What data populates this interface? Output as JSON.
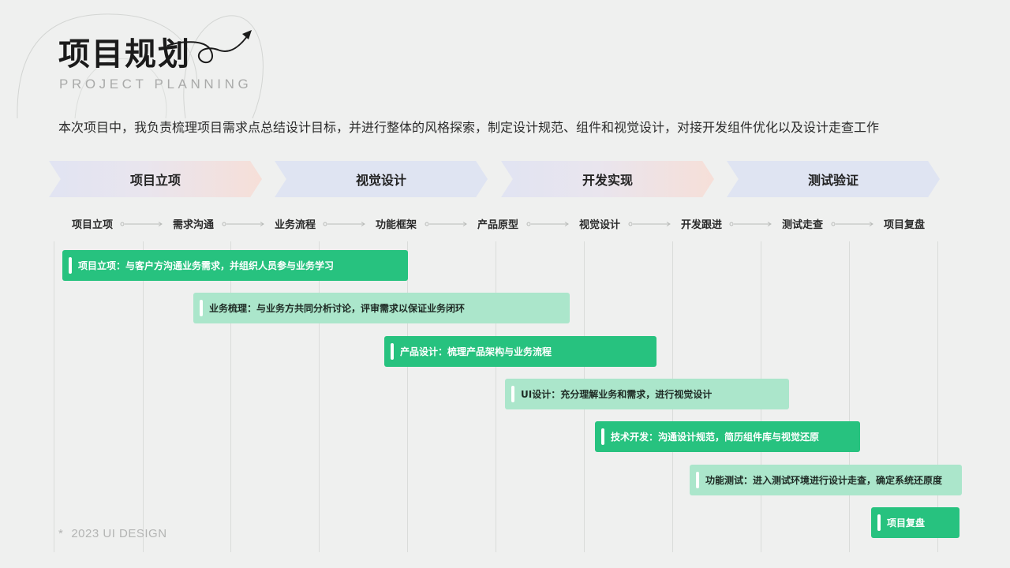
{
  "header": {
    "title": "项目规划",
    "subtitle": "PROJECT PLANNING",
    "description": "本次项目中，我负责梳理项目需求点总结设计目标，并进行整体的风格探索，制定设计规范、组件和视觉设计，对接开发组件优化以及设计走查工作"
  },
  "phases": [
    {
      "label": "项目立项"
    },
    {
      "label": "视觉设计"
    },
    {
      "label": "开发实现"
    },
    {
      "label": "测试验证"
    }
  ],
  "steps": [
    {
      "label": "项目立项"
    },
    {
      "label": "需求沟通"
    },
    {
      "label": "业务流程"
    },
    {
      "label": "功能框架"
    },
    {
      "label": "产品原型"
    },
    {
      "label": "视觉设计"
    },
    {
      "label": "开发跟进"
    },
    {
      "label": "测试走查"
    },
    {
      "label": "项目复盘"
    }
  ],
  "tasks": [
    {
      "label": "项目立项：与客户方沟通业务需求，并组织人员参与业务学习",
      "shade": "dark"
    },
    {
      "label": "业务梳理：与业务方共同分析讨论，评审需求以保证业务闭环",
      "shade": "light"
    },
    {
      "label": "产品设计：梳理产品架构与业务流程",
      "shade": "dark"
    },
    {
      "label": "UI设计：充分理解业务和需求，进行视觉设计",
      "shade": "light"
    },
    {
      "label": "技术开发：沟通设计规范，简历组件库与视觉还原",
      "shade": "dark"
    },
    {
      "label": "功能测试：进入测试环境进行设计走查，确定系统还原度",
      "shade": "light"
    },
    {
      "label": "项目复盘",
      "shade": "dark"
    }
  ],
  "footer": {
    "star": "*",
    "text": "2023 UI DESIGN"
  },
  "colors": {
    "task_dark": "#27c27f",
    "task_light": "#abe6cb",
    "background": "#eff0ef"
  }
}
